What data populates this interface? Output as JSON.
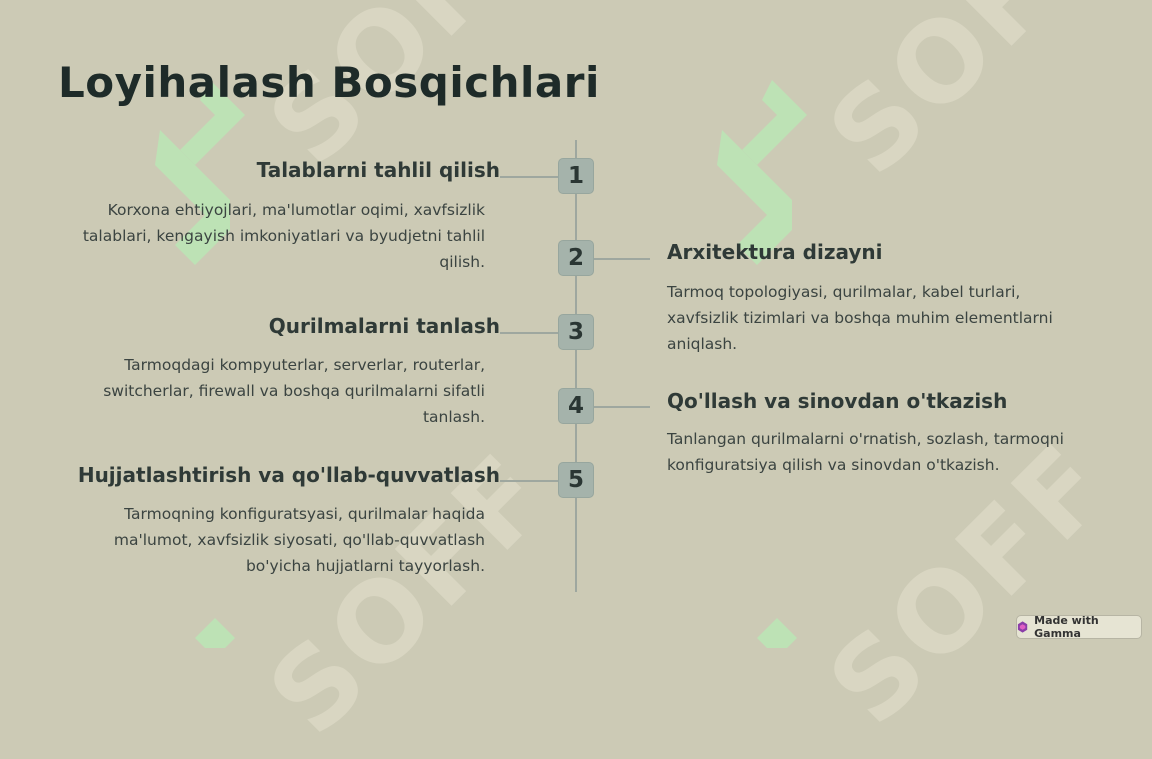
{
  "slide": {
    "title": "Loyihalash Bosqichlari"
  },
  "steps": [
    {
      "number": "1",
      "title": "Talablarni tahlil qilish",
      "description": "Korxona ehtiyojlari, ma'lumotlar oqimi, xavfsizlik talablari, kengayish imkoniyatlari va byudjetni tahlil qilish."
    },
    {
      "number": "2",
      "title": "Arxitektura dizayni",
      "description": "Tarmoq topologiyasi, qurilmalar, kabel turlari, xavfsizlik tizimlari va boshqa muhim elementlarni aniqlash."
    },
    {
      "number": "3",
      "title": "Qurilmalarni tanlash",
      "description": "Tarmoqdagi kompyuterlar, serverlar, routerlar, switcherlar, firewall va boshqa qurilmalarni sifatli tanlash."
    },
    {
      "number": "4",
      "title": "Qo'llash va sinovdan o'tkazish",
      "description": "Tanlangan qurilmalarni o'rnatish, sozlash, tarmoqni konfiguratsiya qilish va sinovdan o'tkazish."
    },
    {
      "number": "5",
      "title": "Hujjatlashtirish va qo'llab-quvvatlash",
      "description": "Tarmoqning konfiguratsyasi, qurilmalar haqida ma'lumot, xavfsizlik siyosati, qo'llab-quvvatlash bo'yicha hujjatlarni tayyorlash."
    }
  ],
  "watermark": {
    "text": "SOFF",
    "logo_icon": "green-s-logo-icon"
  },
  "footer": {
    "gamma_badge": "Made with Gamma",
    "gamma_icon": "gamma-logo-icon"
  },
  "colors": {
    "background": "#cccab5",
    "badge": "#a5b3ab",
    "line": "#9ea79f",
    "watermark_logo": "#b8eab5"
  }
}
